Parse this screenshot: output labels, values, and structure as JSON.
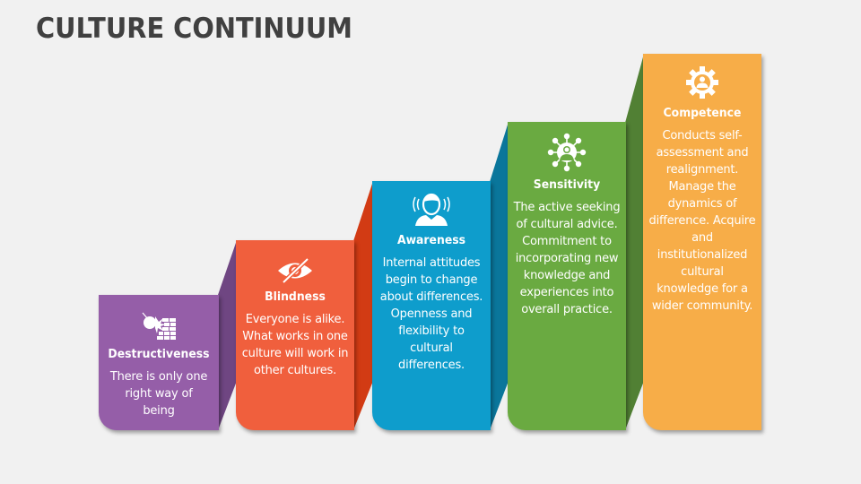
{
  "title": "CULTURE CONTINUUM",
  "colors": {
    "background": "#f1f1f1",
    "title": "#404040",
    "destructiveness": "#955ea8",
    "destructiveness_fold": "#6f4682",
    "blindness": "#f05f3d",
    "blindness_fold": "#d23b14",
    "awareness": "#0e9dcc",
    "awareness_fold": "#0a769b",
    "sensitivity": "#6aaa41",
    "sensitivity_fold": "#518034",
    "competence": "#f7ad48"
  },
  "steps": [
    {
      "heading": "Destructiveness",
      "icon": "wrecking-ball-wall-icon",
      "description": "There is only one right way of being"
    },
    {
      "heading": "Blindness",
      "icon": "eye-slash-icon",
      "description": "Everyone is alike. What works in one culture will work in other cultures."
    },
    {
      "heading": "Awareness",
      "icon": "person-listening-icon",
      "description": "Internal attitudes begin to change about differences. Openness and flexibility to cultural differences."
    },
    {
      "heading": "Sensitivity",
      "icon": "person-network-icon",
      "description": "The active seeking of cultural advice. Commitment to incorporating new knowledge and experiences into overall practice."
    },
    {
      "heading": "Competence",
      "icon": "gear-person-icon",
      "description": "Conducts self-assessment and realignment. Manage the dynamics of difference. Acquire and institutionalized cultural knowledge for a wider community."
    }
  ]
}
